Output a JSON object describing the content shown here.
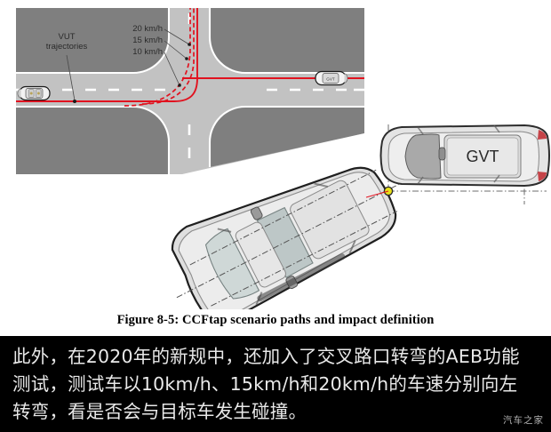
{
  "figure": {
    "caption": "Figure 8-5: CCFtap scenario paths and impact definition",
    "map": {
      "vut_label_line1": "VUT",
      "vut_label_line2": "trajectories",
      "speed_labels": [
        "20 km/h",
        "15 km/h",
        "10 km/h"
      ],
      "gvt_small_label": "GVT"
    },
    "impact_diagram": {
      "gvt_label": "GVT"
    },
    "colors": {
      "offroad": "#7f7f7f",
      "road": "#c2c2c2",
      "lane_marking": "#ffffff",
      "trajectory_red": "#e1121f",
      "impact_point": "#e8e01a",
      "caption_text": "#000000",
      "panel_background": "#000000",
      "panel_text": "#e9e9e9"
    }
  },
  "article": {
    "body_line1": "此外，在2020年的新规中，还加入了交叉路口转弯的AEB功能",
    "body_line2": "测试，测试车以10km/h、15km/h和20km/h的车速分别向左",
    "body_line3": "转弯，看是否会与目标车发生碰撞。",
    "watermark": "汽车之家"
  }
}
